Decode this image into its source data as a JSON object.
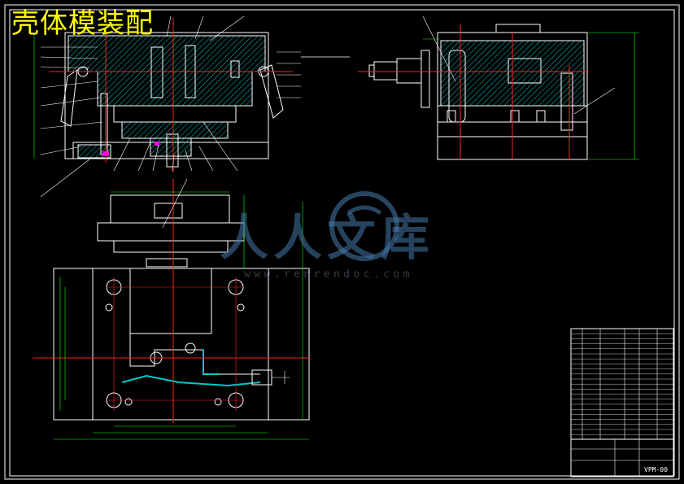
{
  "title": "壳体模装配",
  "watermark": {
    "text_cn": "人人文库",
    "url": "www.renrendoc.com"
  },
  "title_block": {
    "drawing_number": "VPM-00"
  },
  "colors": {
    "background": "#000000",
    "frame": "#ffffff",
    "part_outline": "#ffffff",
    "hatch": "#00c8c8",
    "centerline": "#ff2020",
    "dimension": "#00ff00",
    "leader": "#ffffff",
    "title_text": "#ffff00",
    "highlight": "#ff00ff"
  }
}
